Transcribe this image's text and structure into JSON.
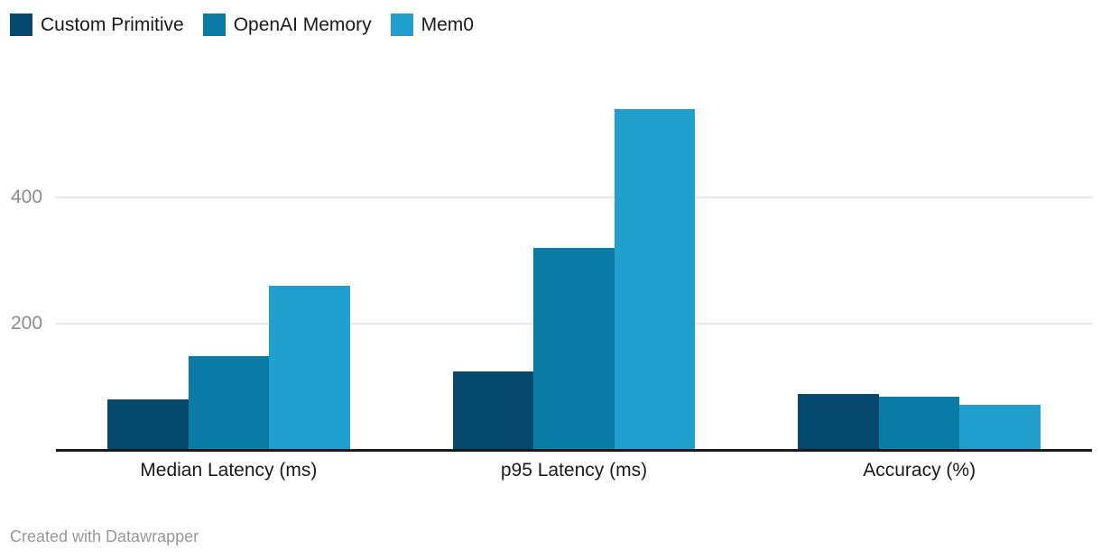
{
  "legend": {
    "items": [
      {
        "label": "Custom Primitive",
        "color": "#05486d",
        "icon": "legend-swatch-icon"
      },
      {
        "label": "OpenAI Memory",
        "color": "#0a7ba5",
        "icon": "legend-swatch-icon"
      },
      {
        "label": "Mem0",
        "color": "#21a0d0",
        "icon": "legend-swatch-icon"
      }
    ]
  },
  "footer": {
    "credit": "Created with Datawrapper"
  },
  "axis": {
    "y_ticks": [
      {
        "label": "400",
        "value": 400
      },
      {
        "label": "200",
        "value": 200
      }
    ]
  },
  "chart_data": {
    "type": "bar",
    "title": "",
    "xlabel": "",
    "ylabel": "",
    "grid": true,
    "legend_position": "top-left",
    "categories": [
      "Median Latency (ms)",
      "p95 Latency (ms)",
      "Accuracy (%)"
    ],
    "ylim": [
      0,
      560
    ],
    "yticks": [
      200,
      400
    ],
    "series": [
      {
        "name": "Custom Primitive",
        "color": "#05486d",
        "values": [
          80,
          125,
          89
        ]
      },
      {
        "name": "OpenAI Memory",
        "color": "#0a7ba5",
        "values": [
          148,
          320,
          85
        ]
      },
      {
        "name": "Mem0",
        "color": "#21a0d0",
        "values": [
          260,
          540,
          72
        ]
      }
    ]
  }
}
